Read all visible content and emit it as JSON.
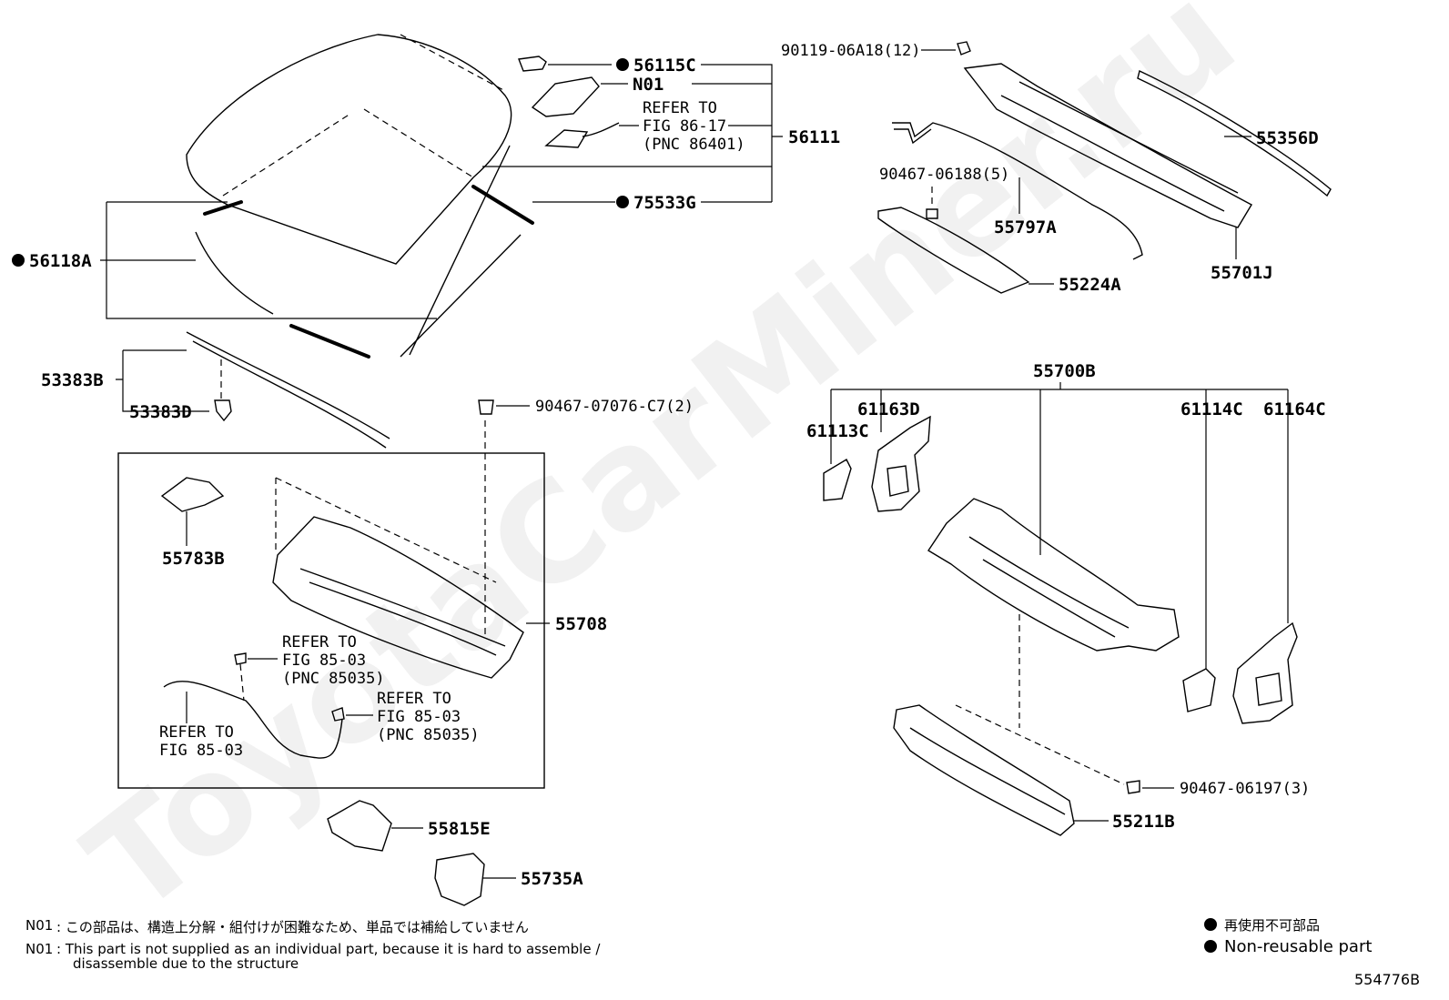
{
  "colors": {
    "ink": "#000000",
    "background": "#ffffff",
    "watermark": "#000000"
  },
  "watermark": "ToyotaCarMiner.ru",
  "diagram_id": "554776B",
  "parts": {
    "p56115C": "56115C",
    "n01_tag": "N01",
    "refer_86_17": [
      "REFER TO",
      "FIG 86-17",
      "(PNC 86401)"
    ],
    "p56111": "56111",
    "p75533G": "75533G",
    "p56118A": "56118A",
    "p53383B": "53383B",
    "p53383D": "53383D",
    "p90467_07076": "90467-07076-C7(2)",
    "p55783B": "55783B",
    "p55708": "55708",
    "refer_85_03_a": [
      "REFER TO",
      "FIG 85-03",
      "(PNC 85035)"
    ],
    "refer_85_03_b": [
      "REFER TO",
      "FIG 85-03",
      "(PNC 85035)"
    ],
    "refer_85_03_c": [
      "REFER TO",
      "FIG 85-03"
    ],
    "p55815E": "55815E",
    "p55735A": "55735A",
    "p90119": "90119-06A18(12)",
    "p55356D": "55356D",
    "p90467_06188": "90467-06188(5)",
    "p55797A": "55797A",
    "p55224A": "55224A",
    "p55701J": "55701J",
    "p55700B": "55700B",
    "p61163D": "61163D",
    "p61113C": "61113C",
    "p61114C": "61114C",
    "p61164C": "61164C",
    "p90467_06197": "90467-06197(3)",
    "p55211B": "55211B"
  },
  "notes": {
    "jp_key": "N01",
    "jp_text": ": この部品は、構造上分解・組付けが困難なため、単品では補給していません",
    "en_key": "N01",
    "en_line1": ": This part is not supplied as an individual part, because it is hard to assemble /",
    "en_line2": "disassemble due to the structure"
  },
  "legend": {
    "jp": "再使用不可部品",
    "en": "Non-reusable part"
  },
  "icons": {
    "non_reusable": "filled-circle-icon"
  }
}
